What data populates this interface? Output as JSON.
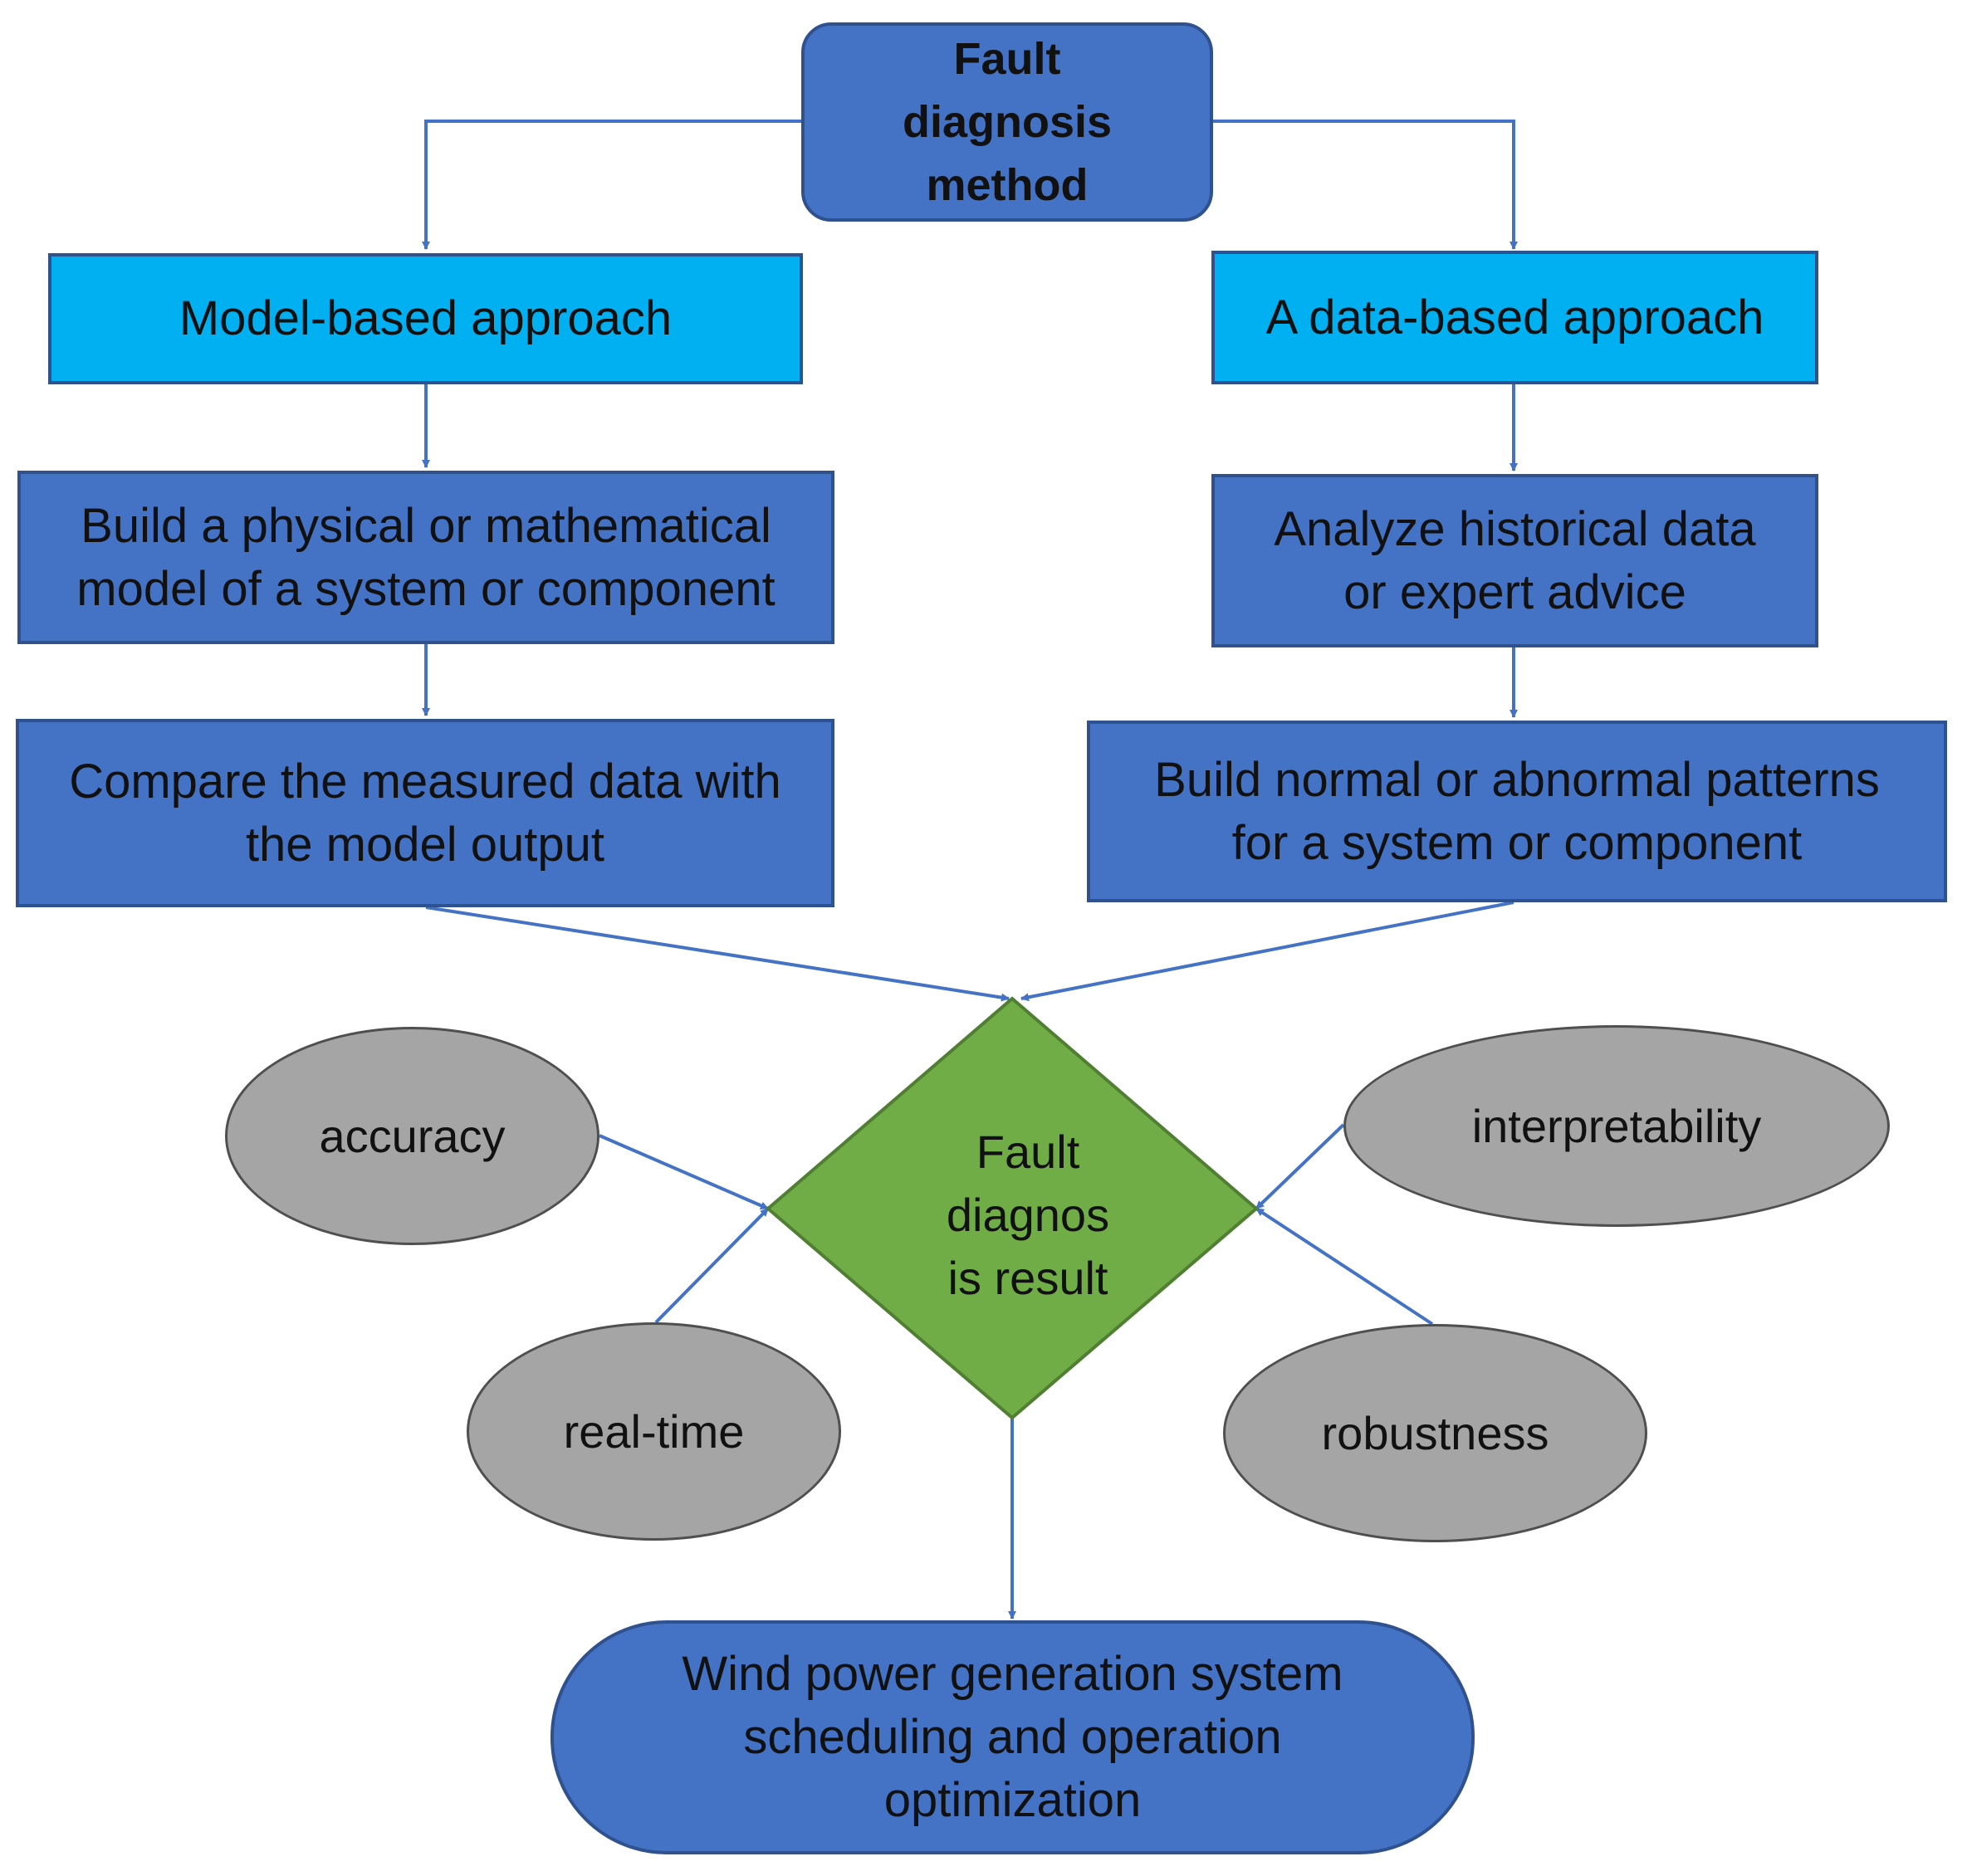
{
  "root": {
    "label_lines": [
      "Fault",
      "diagnosis",
      "method"
    ]
  },
  "left_branch": {
    "approach": "Model-based approach",
    "step1_lines": [
      "Build a physical or mathematical",
      "model of a system or component"
    ],
    "step2_lines": [
      "Compare the measured data with",
      "the model output"
    ]
  },
  "right_branch": {
    "approach": "A data-based approach",
    "step1_lines": [
      "Analyze historical data",
      "or expert advice"
    ],
    "step2_lines": [
      "Build normal or abnormal patterns",
      "for a system or component"
    ]
  },
  "result": {
    "label_lines": [
      "Fault",
      "diagnos",
      "is result"
    ]
  },
  "criteria": {
    "accuracy": "accuracy",
    "real_time": "real-time",
    "interpretability": "interpretability",
    "robustness": "robustness"
  },
  "goal": {
    "label_lines": [
      "Wind power generation system",
      "scheduling and operation",
      "optimization"
    ]
  },
  "colors": {
    "box_fill": "#4472c4",
    "box_border": "#2f528f",
    "approach_fill": "#00b0f0",
    "diamond_fill": "#70ad47",
    "diamond_border": "#507e32",
    "ellipse_fill": "#a5a5a5",
    "connector": "#4472c4"
  }
}
